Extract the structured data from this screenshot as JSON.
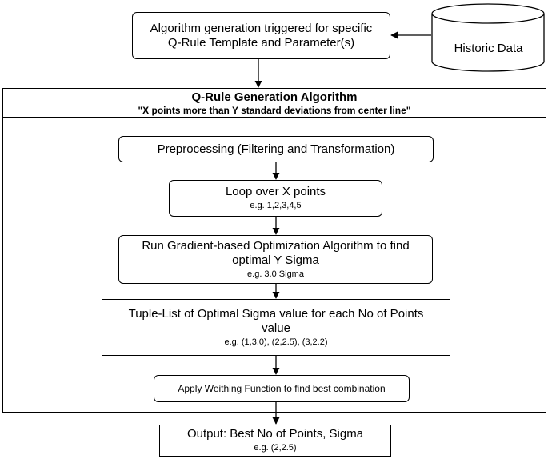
{
  "trigger": {
    "line1": "Algorithm generation triggered for specific",
    "line2": "Q-Rule Template and Parameter(s)"
  },
  "historic": {
    "label": "Historic Data"
  },
  "algorithm": {
    "title": "Q-Rule Generation Algorithm",
    "subtitle": "\"X points more than Y standard deviations from center line\""
  },
  "steps": {
    "preprocess": {
      "label": "Preprocessing (Filtering and Transformation)"
    },
    "loop": {
      "label": "Loop over X points",
      "example": "e.g. 1,2,3,4,5"
    },
    "optimize": {
      "line1": "Run Gradient-based Optimization Algorithm to find",
      "line2": "optimal Y Sigma",
      "example": "e.g. 3.0 Sigma"
    },
    "tuple": {
      "line1": "Tuple-List of Optimal Sigma value for each No of Points",
      "line2": "value",
      "example": "e.g. (1,3.0), (2,2.5), (3,2.2)"
    },
    "weighting": {
      "label": "Apply Weithing Function to find best combination"
    },
    "output": {
      "label": "Output: Best No of Points, Sigma",
      "example": "e.g. (2,2.5)"
    }
  }
}
